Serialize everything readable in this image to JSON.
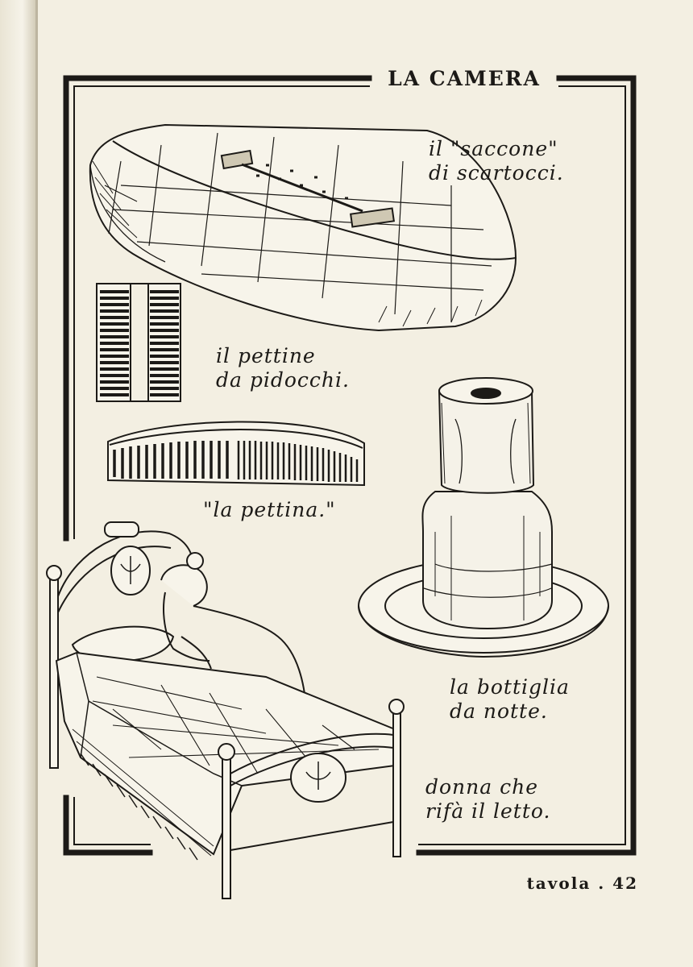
{
  "page": {
    "title": "LA CAMERA",
    "plate_number": "tavola . 42",
    "colors": {
      "paper": "#f3efe2",
      "ink": "#1c1a17",
      "gutter": "#cfc8b3"
    }
  },
  "captions": {
    "saccone": {
      "line1": "il \"saccone\"",
      "line2": "di scartocci."
    },
    "pettine": {
      "line1": "il pettine",
      "line2": "da pidocchi."
    },
    "pettina": {
      "line1": "\"la pettina.\""
    },
    "bottiglia": {
      "line1": "la bottiglia",
      "line2": "da notte."
    },
    "donna": {
      "line1": "donna che",
      "line2": "rifà il letto."
    }
  },
  "illustrations": [
    {
      "name": "saccone-drawing"
    },
    {
      "name": "lice-comb-drawing"
    },
    {
      "name": "hair-comb-drawing"
    },
    {
      "name": "night-bottle-drawing"
    },
    {
      "name": "bed-woman-drawing"
    }
  ]
}
